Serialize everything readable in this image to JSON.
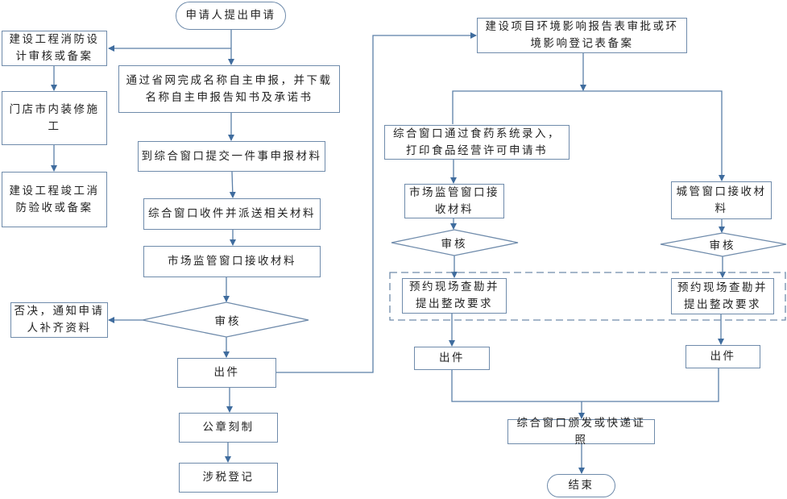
{
  "colors": {
    "line": "#5b7fa8",
    "border": "#6f8bab",
    "arrow": "#3f6c9e"
  },
  "nodes": {
    "start": "申请人提出申请",
    "name_declare": "通过省网完成名称自主申报，并下载名称自主申报告知书及承诺书",
    "submit": "到综合窗口提交一件事申报材料",
    "receive_dispatch": "综合窗口收件并派送相关材料",
    "market_receive": "市场监管窗口接收材料",
    "review_main": "审核",
    "reject": "否决，通知申请人补齐资料",
    "issue_main": "出件",
    "seal": "公章刻制",
    "tax": "涉税登记",
    "fire_design": "建设工程消防设计审核或备案",
    "renovation": "门店市内装修施工",
    "fire_acceptance": "建设工程竣工消防验收或备案",
    "env_review": "建设项目环境影响报告表审批或环境影响登记表备案",
    "food_entry": "综合窗口通过食药系统录入，打印食品经营许可申请书",
    "market_receive2": "市场监管窗口接收材料",
    "city_receive": "城管窗口接收材料",
    "review_market": "审核",
    "review_city": "审核",
    "inspect_market": "预约现场查勘并提出整改要求",
    "inspect_city": "预约现场查勘并提出整改要求",
    "issue_market": "出件",
    "issue_city": "出件",
    "deliver": "综合窗口颁发或快递证照",
    "end": "结束"
  }
}
